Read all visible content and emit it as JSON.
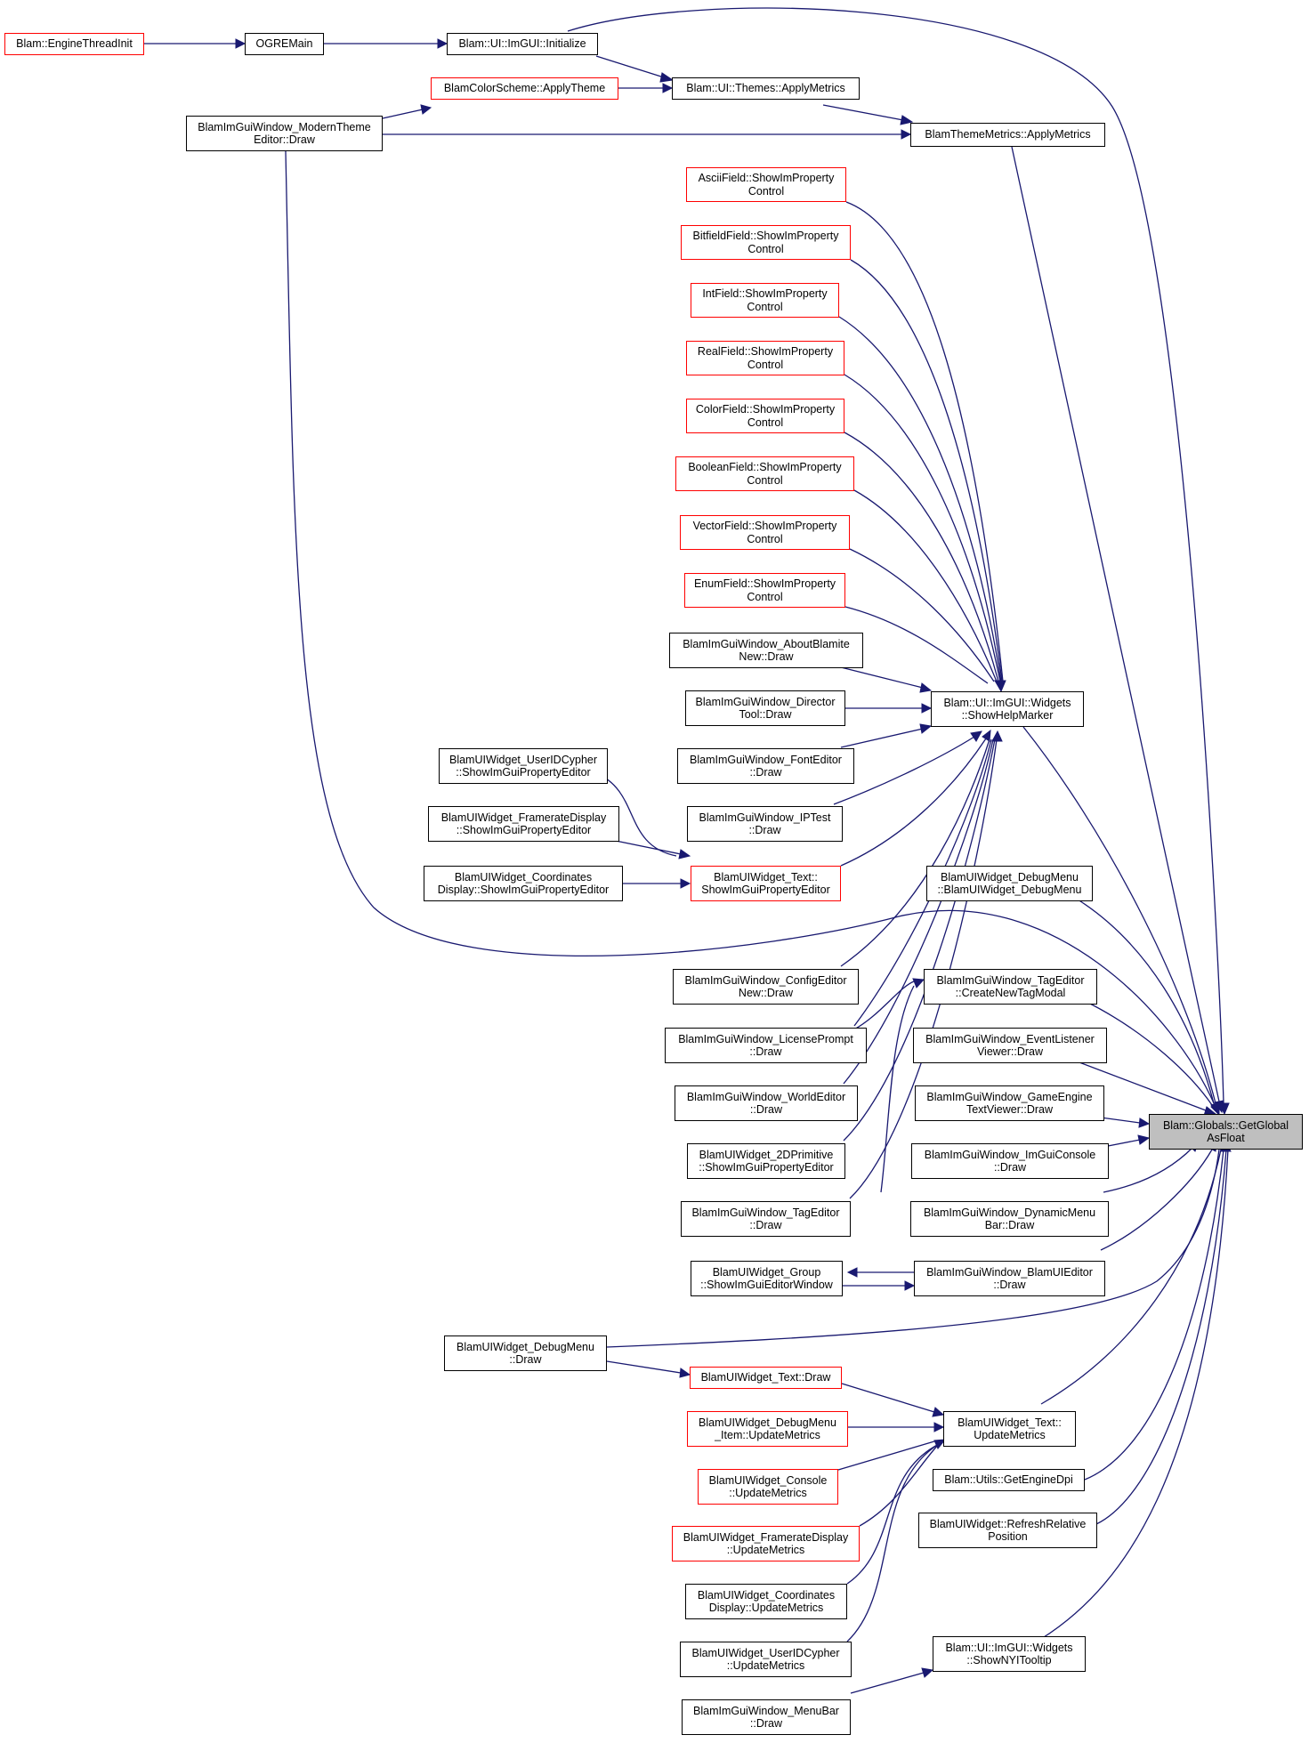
{
  "graph": {
    "nodes": {
      "engine_thread_init": "Blam::EngineThreadInit",
      "ogre_main": "OGREMain",
      "imgui_initialize": "Blam::UI::ImGUI::Initialize",
      "color_scheme_apply": "BlamColorScheme::ApplyTheme",
      "themes_apply_metrics": "Blam::UI::Themes::ApplyMetrics",
      "modern_theme_editor_draw": "BlamImGuiWindow_ModernTheme\nEditor::Draw",
      "theme_metrics_apply": "BlamThemeMetrics::ApplyMetrics",
      "ascii_field": "AsciiField::ShowImProperty\nControl",
      "bitfield_field": "BitfieldField::ShowImProperty\nControl",
      "int_field": "IntField::ShowImProperty\nControl",
      "real_field": "RealField::ShowImProperty\nControl",
      "color_field": "ColorField::ShowImProperty\nControl",
      "boolean_field": "BooleanField::ShowImProperty\nControl",
      "vector_field": "VectorField::ShowImProperty\nControl",
      "enum_field": "EnumField::ShowImProperty\nControl",
      "about_blamite_draw": "BlamImGuiWindow_AboutBlamite\nNew::Draw",
      "director_tool_draw": "BlamImGuiWindow_Director\nTool::Draw",
      "font_editor_draw": "BlamImGuiWindow_FontEditor\n::Draw",
      "iptest_draw": "BlamImGuiWindow_IPTest\n::Draw",
      "show_help_marker": "Blam::UI::ImGUI::Widgets\n::ShowHelpMarker",
      "userid_cypher_editor": "BlamUIWidget_UserIDCypher\n::ShowImGuiPropertyEditor",
      "framerate_display_editor": "BlamUIWidget_FramerateDisplay\n::ShowImGuiPropertyEditor",
      "coordinates_display_editor": "BlamUIWidget_Coordinates\nDisplay::ShowImGuiPropertyEditor",
      "text_property_editor": "BlamUIWidget_Text::\nShowImGuiPropertyEditor",
      "debug_menu_ctor": "BlamUIWidget_DebugMenu\n::BlamUIWidget_DebugMenu",
      "config_editor_draw": "BlamImGuiWindow_ConfigEditor\nNew::Draw",
      "tag_editor_create_modal": "BlamImGuiWindow_TagEditor\n::CreateNewTagModal",
      "license_prompt_draw": "BlamImGuiWindow_LicensePrompt\n::Draw",
      "event_listener_viewer_draw": "BlamImGuiWindow_EventListener\nViewer::Draw",
      "world_editor_draw": "BlamImGuiWindow_WorldEditor\n::Draw",
      "game_engine_text_viewer_draw": "BlamImGuiWindow_GameEngine\nTextViewer::Draw",
      "get_global_as_float": "Blam::Globals::GetGlobal\nAsFloat",
      "primitive_2d_editor": "BlamUIWidget_2DPrimitive\n::ShowImGuiPropertyEditor",
      "imgui_console_draw": "BlamImGuiWindow_ImGuiConsole\n::Draw",
      "tag_editor_draw": "BlamImGuiWindow_TagEditor\n::Draw",
      "dynamic_menu_bar_draw": "BlamImGuiWindow_DynamicMenu\nBar::Draw",
      "group_editor_window": "BlamUIWidget_Group\n::ShowImGuiEditorWindow",
      "blamui_editor_draw": "BlamImGuiWindow_BlamUIEditor\n::Draw",
      "debug_menu_draw": "BlamUIWidget_DebugMenu\n::Draw",
      "text_draw": "BlamUIWidget_Text::Draw",
      "debug_menu_item_update": "BlamUIWidget_DebugMenu\n_Item::UpdateMetrics",
      "text_update_metrics": "BlamUIWidget_Text::\nUpdateMetrics",
      "console_update": "BlamUIWidget_Console\n::UpdateMetrics",
      "get_engine_dpi": "Blam::Utils::GetEngineDpi",
      "framerate_display_update": "BlamUIWidget_FramerateDisplay\n::UpdateMetrics",
      "refresh_relative_position": "BlamUIWidget::RefreshRelative\nPosition",
      "coordinates_display_update": "BlamUIWidget_Coordinates\nDisplay::UpdateMetrics",
      "userid_cypher_update": "BlamUIWidget_UserIDCypher\n::UpdateMetrics",
      "show_nyi_tooltip": "Blam::UI::ImGUI::Widgets\n::ShowNYITooltip",
      "menu_bar_draw": "BlamImGuiWindow_MenuBar\n::Draw"
    }
  },
  "colors": {
    "edge": "#191970",
    "node_border": "#000000",
    "truncated_border": "#ff0000",
    "focus_fill": "#bfbfbf"
  }
}
